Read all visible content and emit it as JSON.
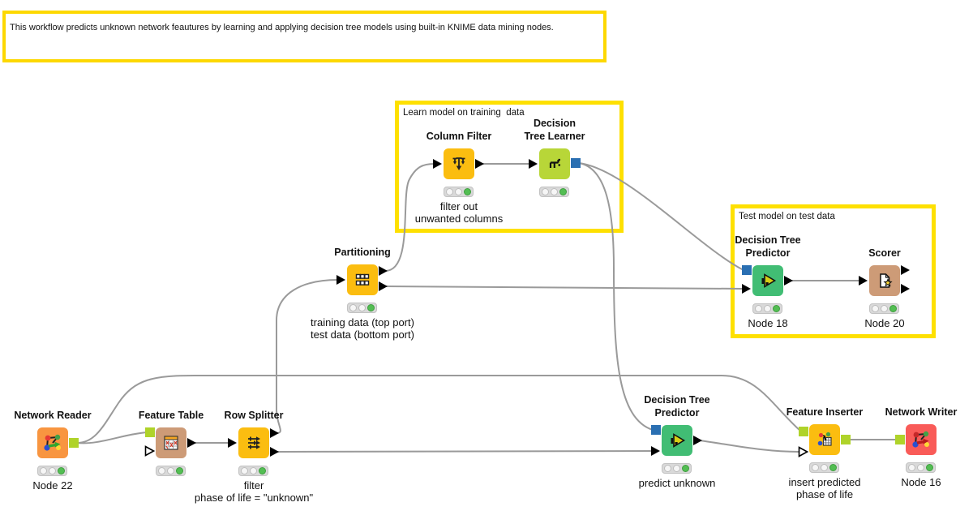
{
  "annotation": {
    "text": "This workflow predicts unknown network feautures by learning and applying decision tree models using built-in KNIME data mining nodes."
  },
  "groups": {
    "learn": {
      "label": "Learn model on training  data"
    },
    "test": {
      "label": "Test model on test data"
    }
  },
  "nodes": {
    "network_reader": {
      "title": "Network Reader",
      "caption": "Node 22"
    },
    "feature_table": {
      "title": "Feature Table",
      "caption": ""
    },
    "row_splitter": {
      "title": "Row Splitter",
      "caption": "filter\nphase of life = \"unknown\""
    },
    "partitioning": {
      "title": "Partitioning",
      "caption": "training data (top port)\ntest data (bottom port)"
    },
    "column_filter": {
      "title": "Column Filter",
      "caption": "filter out\nunwanted columns"
    },
    "dt_learner": {
      "title": "Decision\nTree Learner",
      "caption": ""
    },
    "dt_predictor_test": {
      "title": "Decision Tree\nPredictor",
      "caption": "Node 18"
    },
    "scorer": {
      "title": "Scorer",
      "caption": "Node 20"
    },
    "dt_predictor_apply": {
      "title": "Decision Tree\nPredictor",
      "caption": "predict unknown"
    },
    "feature_inserter": {
      "title": "Feature Inserter",
      "caption": "insert predicted\nphase of life"
    },
    "network_writer": {
      "title": "Network Writer",
      "caption": "Node 16"
    }
  },
  "colors": {
    "group_border": "#FEE000",
    "node_yellow": "#FBBD10",
    "node_lime": "#B8D638",
    "node_green": "#41BD74",
    "node_tan": "#CD9B77",
    "node_orange": "#F89540",
    "node_red": "#F95B58",
    "port_green": "#AFD32A",
    "port_blue": "#2A6FB2",
    "wire": "#9A9A9A",
    "status_green": "#53BE53"
  }
}
